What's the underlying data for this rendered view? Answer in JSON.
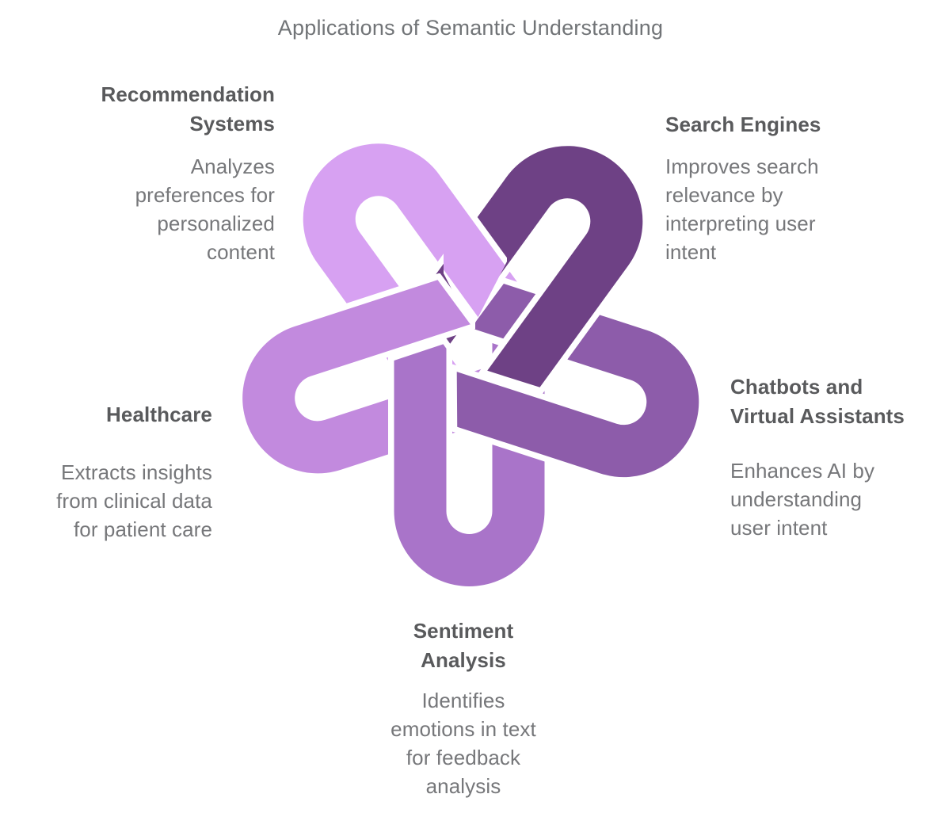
{
  "title": "Applications of Semantic Understanding",
  "knot": {
    "colors": {
      "recommendation_systems": "#d7a1f2",
      "search_engines": "#6e4185",
      "chatbots_virtual_assistants": "#8d5caa",
      "sentiment_analysis": "#a974c9",
      "healthcare": "#c28ade"
    }
  },
  "text_colors": {
    "title": "#717477",
    "heading": "#595a5c",
    "body": "#76777a"
  },
  "items": [
    {
      "id": "recommendation-systems",
      "heading": "Recommendation\nSystems",
      "description": "Analyzes\npreferences for\npersonalized\ncontent"
    },
    {
      "id": "search-engines",
      "heading": "Search Engines",
      "description": "Improves search\nrelevance by\ninterpreting user\nintent"
    },
    {
      "id": "chatbots-virtual-assistants",
      "heading": "Chatbots and\nVirtual Assistants",
      "description": "Enhances AI by\nunderstanding\nuser intent"
    },
    {
      "id": "sentiment-analysis",
      "heading": "Sentiment\nAnalysis",
      "description": "Identifies\nemotions in text\nfor feedback\nanalysis"
    },
    {
      "id": "healthcare",
      "heading": "Healthcare",
      "description": "Extracts insights\nfrom clinical data\nfor patient care"
    }
  ]
}
